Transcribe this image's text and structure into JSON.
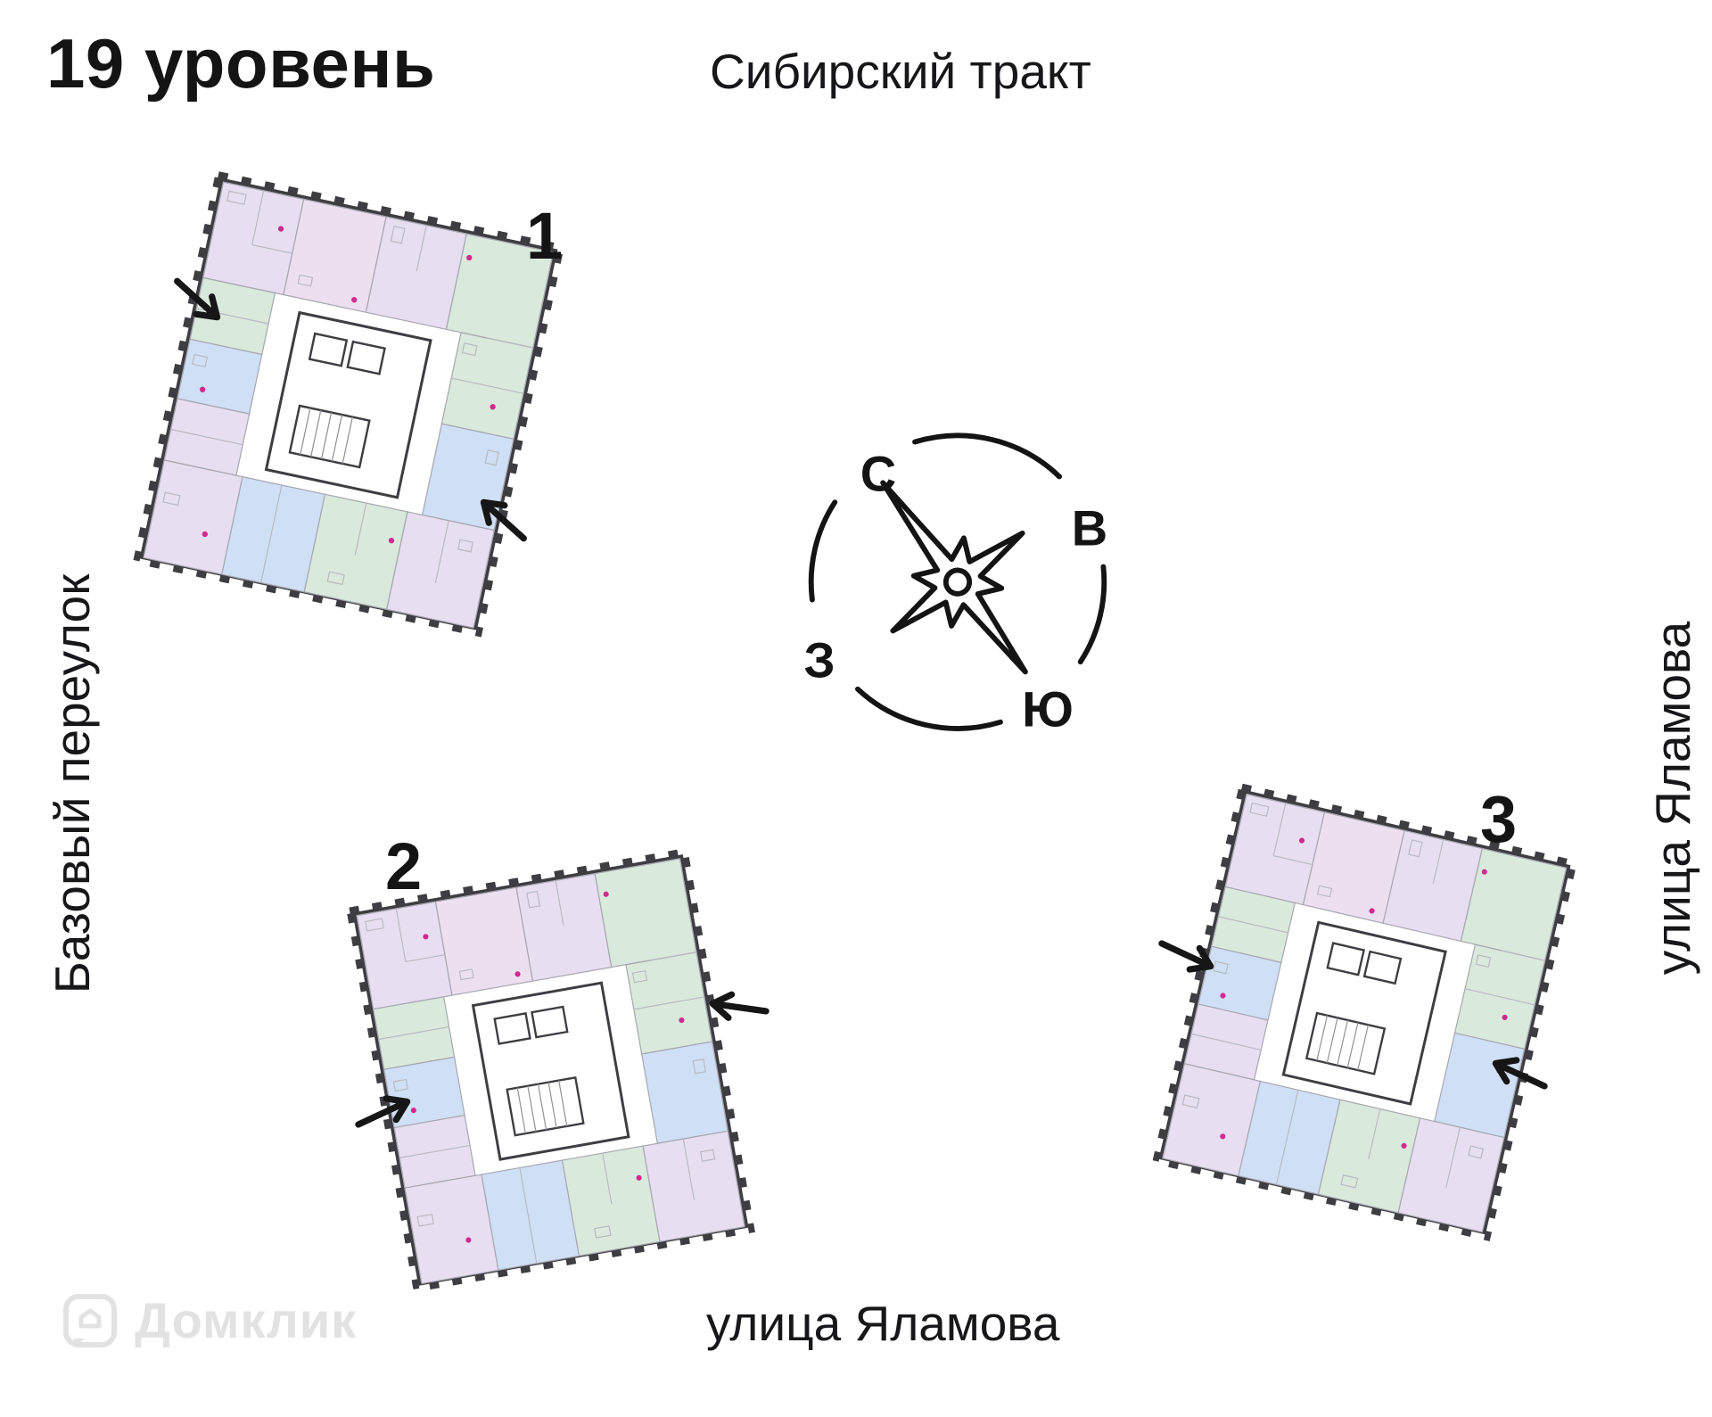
{
  "page": {
    "title": "19 уровень",
    "watermark": "Домклик"
  },
  "streets": {
    "top": "Сибирский тракт",
    "left": "Базовый переулок",
    "right": "улица Яламова",
    "bottom": "улица Яламова"
  },
  "compass": {
    "north": "С",
    "east": "В",
    "west": "З",
    "south": "Ю"
  },
  "buildings": [
    {
      "label": "1"
    },
    {
      "label": "2"
    },
    {
      "label": "3"
    }
  ],
  "colors": {
    "ink": "#141414",
    "wall": "#3d3d42",
    "apartment_lavender": "#e7def1",
    "apartment_pink": "#ecdff0",
    "apartment_green": "#d9e9dc",
    "apartment_blue": "#cfdff5",
    "wet_zone_dot": "#cf2b8f",
    "watermark": "#e2e2e2"
  }
}
